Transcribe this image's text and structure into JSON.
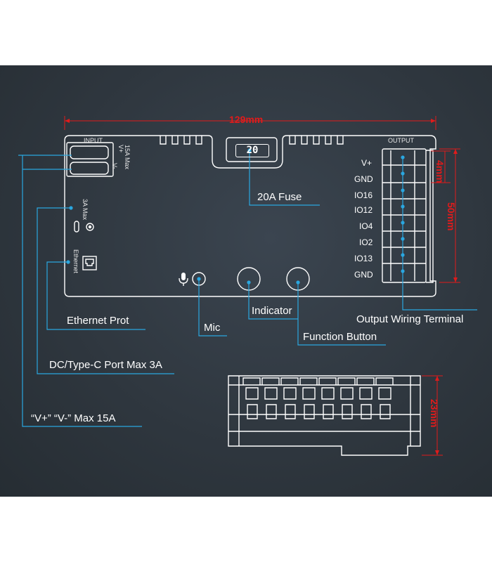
{
  "dimensions": {
    "width": "129mm",
    "terminal_pitch": "4mm",
    "terminal_block": "50mm",
    "height": "23mm"
  },
  "board": {
    "input_title": "INPUT",
    "input_rating": "15A Max",
    "input_vplus": "V+",
    "input_vminus": "V-",
    "output_title": "OUTPUT",
    "usb_rating": "3A Max",
    "ethernet_text": "Ethernet",
    "fuse_value": "20",
    "output_pins": [
      "V+",
      "GND",
      "IO16",
      "IO12",
      "IO4",
      "IO2",
      "IO13",
      "GND"
    ]
  },
  "callouts": {
    "fuse": "20A Fuse",
    "ethernet": "Ethernet Prot",
    "mic": "Mic",
    "indicator": "Indicator",
    "function_button": "Function Button",
    "output_terminal": "Output Wiring Terminal",
    "dc_port": "DC/Type-C Port Max 3A",
    "power_input": "“V+” “V-” Max 15A"
  },
  "colors": {
    "background": "#2f373f",
    "line": "#ffffff",
    "callout": "#2aa7e0",
    "dimension": "#e01b1b"
  }
}
